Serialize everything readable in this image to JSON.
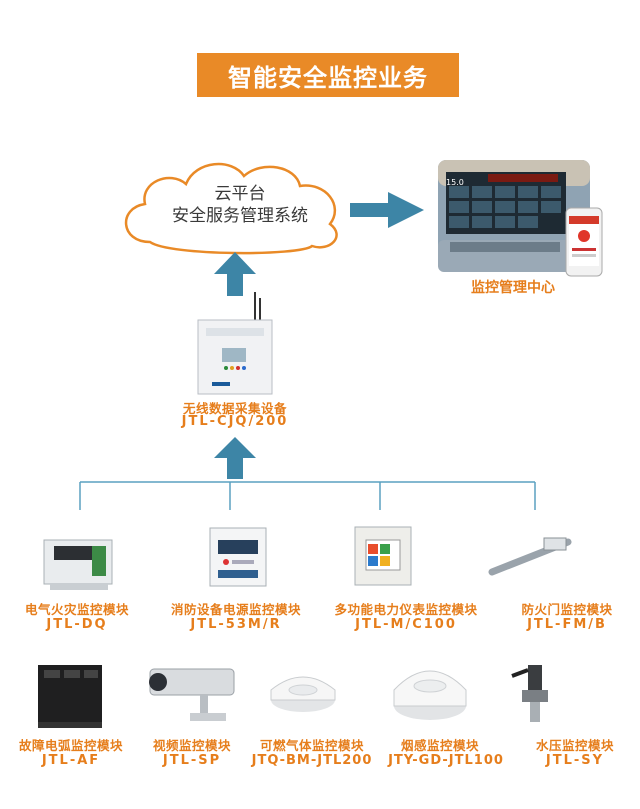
{
  "title": "智能安全监控业务",
  "cloud": {
    "line1": "云平台",
    "line2": "安全服务管理系统"
  },
  "center": {
    "label": "监控管理中心",
    "screen_text": "15.0"
  },
  "collector": {
    "name": "无线数据采集设备",
    "code": "JTL-CJQ/200"
  },
  "modules": [
    {
      "name": "电气火灾监控模块",
      "code": "JTL-DQ"
    },
    {
      "name": "消防设备电源监控模块",
      "code": "JTL-53M/R"
    },
    {
      "name": "多功能电力仪表监控模块",
      "code": "JTL-M/C100"
    },
    {
      "name": "防火门监控模块",
      "code": "JTL-FM/B"
    },
    {
      "name": "故障电弧监控模块",
      "code": "JTL-AF"
    },
    {
      "name": "视频监控模块",
      "code": "JTL-SP"
    },
    {
      "name": "可燃气体监控模块",
      "code": "JTQ-BM-JTL200"
    },
    {
      "name": "烟感监控模块",
      "code": "JTY-GD-JTL100"
    },
    {
      "name": "水压监控模块",
      "code": "JTL-SY"
    }
  ],
  "colors": {
    "orange": "#e98a27",
    "arrow": "#3d85a6",
    "line": "#5aa0c0"
  }
}
